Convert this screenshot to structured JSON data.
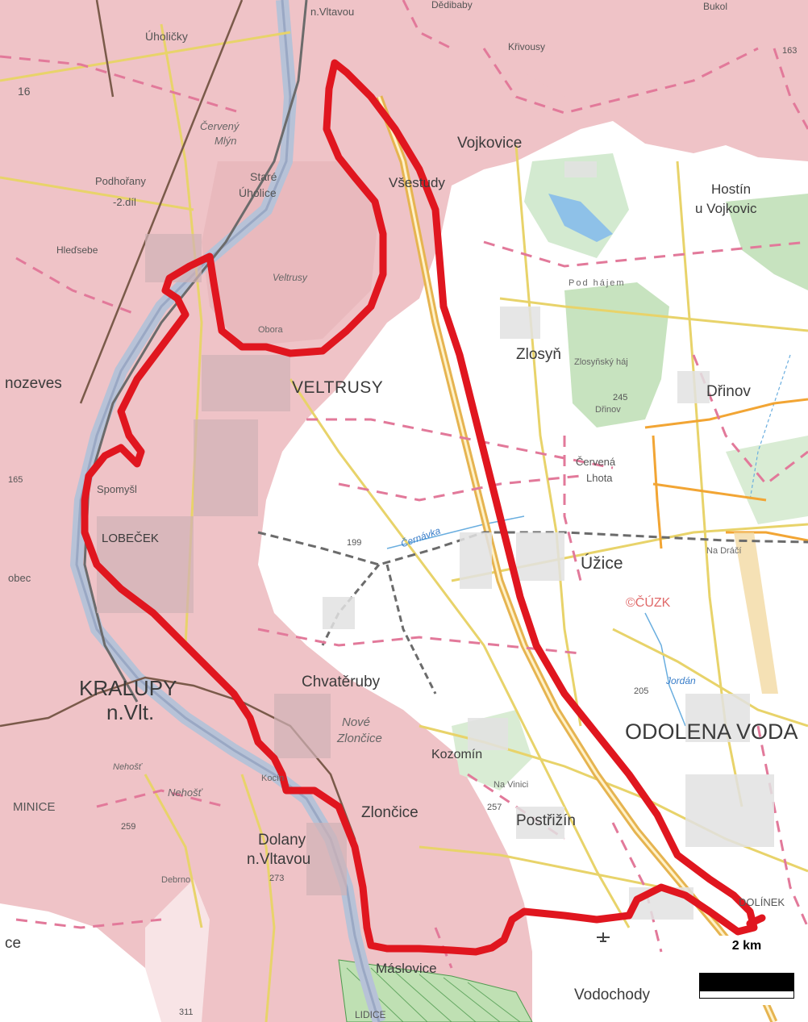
{
  "map": {
    "colors": {
      "protected_area": "#efc3c7",
      "open_land": "#ffffff",
      "forest": "#c7e3bf",
      "route": "#e0161f",
      "river": "#b7c2d7",
      "road": "#e8d36a",
      "highway": "#e6b450",
      "boundary": "#e2799a",
      "rail": "#6b6b6b",
      "wetland": "#4e9a4e"
    },
    "labels": {
      "kralupy": "KRALUPY",
      "kralupy2": "n.Vlt.",
      "veltrusy": "VELTRUSY",
      "odolena_voda": "ODOLENA VODA",
      "lobecek": "LOBEČEK",
      "vojkovice": "Vojkovice",
      "hostin": "Hostín",
      "hostin2": "u Vojkovic",
      "zlosyn": "Zlosyň",
      "drinov": "Dřinov",
      "uzice": "Úžice",
      "chvateruby": "Chvatěruby",
      "kozomin": "Kozomín",
      "postrizin": "Postřižín",
      "zloncice": "Zlončice",
      "dolany": "Dolany",
      "dolany2": "n.Vltavou",
      "minice": "MINICE",
      "dolinek": "DOLÍNEK",
      "vodochody": "Vodochody",
      "naslovice": "Máslovice",
      "vsestudy": "Všestudy",
      "nozeves": "nozeves",
      "uhlhlice": "Úholičky",
      "nvltavou": "n.Vltavou",
      "dedibaby": "Dědibaby",
      "bukol": "Bukol",
      "krivousy": "Křivousy",
      "cerveny_mlyn": "Červený",
      "cerveny_mlyn2": "Mlýn",
      "stare_uholice": "Staré",
      "stare_uholice2": "Úholice",
      "podhorany": "Podhořany",
      "podhorany2": "-2.díl",
      "hledsebe": "Hleďsebe",
      "veltrusy_park": "Veltrusy",
      "obora": "Obora",
      "pod_hajem": "Pod hájem",
      "zlosynsky_haj": "Zlosyňský háj",
      "drinov_small": "Dřinov",
      "cervena": "Červená",
      "cervena2": "Lhota",
      "spomysl": "Spomyšl",
      "obec": "obec",
      "cernavka": "Černávka",
      "nove": "Nové",
      "zloncice_small": "Zlončice",
      "nehost": "Nehošť",
      "nehost2": "Nehošť",
      "kocin": "Kocín",
      "debrno": "Debrno",
      "jordan": "Jordán",
      "na_vinici": "Na Vinici",
      "na_draci": "Na Dráčí",
      "zlosyn_elev": "245",
      "elev_199": "199",
      "elev_205": "205",
      "elev_257": "257",
      "elev_259": "259",
      "elev_273": "273",
      "elev_311": "311",
      "elev_163": "163",
      "elev_165": "165",
      "road_16": "16",
      "copyright": "©ČÚZK",
      "lidice": "LIDICE",
      "ce": "ce"
    },
    "scale_label": "2 km"
  }
}
